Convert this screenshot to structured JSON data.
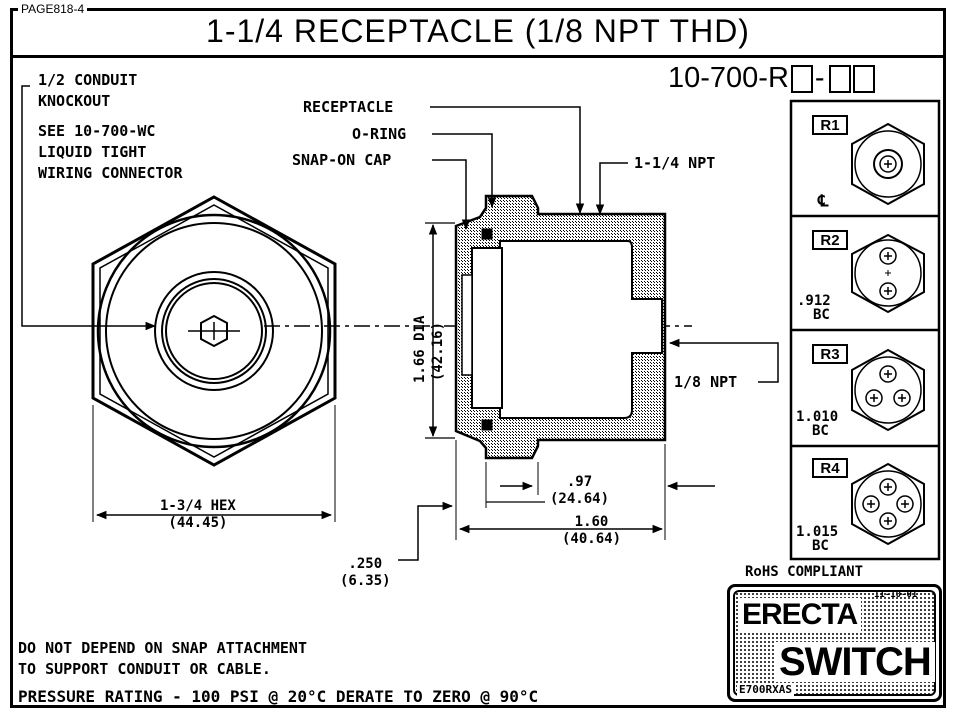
{
  "page_id": "PAGE818-4",
  "title": "1-1/4 RECEPTACLE (1/8 NPT THD)",
  "part_number": {
    "prefix": "10-700-R",
    "separator": "-"
  },
  "callouts": {
    "knockout": [
      "1/2 CONDUIT",
      "KNOCKOUT"
    ],
    "see_note": [
      "SEE 10-700-WC",
      "LIQUID TIGHT",
      "WIRING CONNECTOR"
    ],
    "receptacle": "RECEPTACLE",
    "o_ring": "O-RING",
    "snap_on_cap": "SNAP-ON CAP",
    "npt_1_1_4": "1-1/4 NPT",
    "npt_1_8": "1/8 NPT"
  },
  "dimensions": {
    "hex": [
      "1-3/4 HEX",
      "(44.45)"
    ],
    "dia": "1.66 DIA",
    "dia_mm": "(42.16)",
    "d97": [
      ".97",
      "(24.64)"
    ],
    "d160": [
      "1.60",
      "(40.64)"
    ],
    "d250": [
      ".250",
      "(6.35)"
    ]
  },
  "options": [
    {
      "tag": "R1",
      "label": "℄",
      "bc": []
    },
    {
      "tag": "R2",
      "label": "",
      "bc": [
        ".912",
        "BC"
      ]
    },
    {
      "tag": "R3",
      "label": "",
      "bc": [
        "1.010",
        "BC"
      ]
    },
    {
      "tag": "R4",
      "label": "",
      "bc": [
        "1.015",
        "BC"
      ]
    }
  ],
  "notes": {
    "snap": [
      "DO NOT DEPEND ON SNAP ATTACHMENT",
      "TO SUPPORT CONDUIT OR CABLE."
    ],
    "pressure": "PRESSURE RATING - 100 PSI @ 20°C DERATE TO ZERO @ 90°C"
  },
  "rohs": "RoHS COMPLIANT",
  "date": "11-10-01",
  "logo": {
    "line1": "ERECTA",
    "line2": "SWITCH",
    "code": "E700RXAS"
  }
}
